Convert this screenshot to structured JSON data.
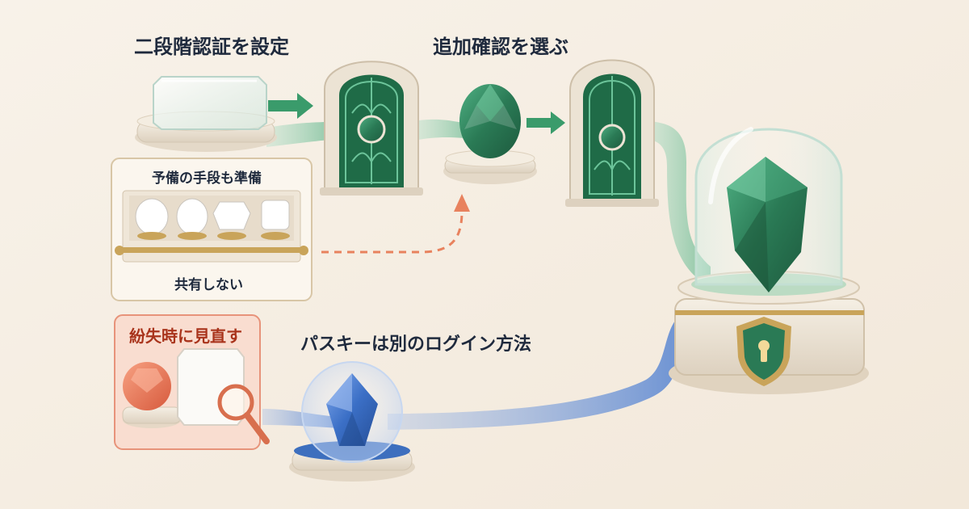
{
  "steps": {
    "setup_2fa": "二段階認証を設定",
    "choose_verification": "追加確認を選ぶ"
  },
  "backup_panel": {
    "title": "予備の手段も準備",
    "caption": "共有しない"
  },
  "lost_panel": {
    "title": "紛失時に見直す"
  },
  "passkey": {
    "caption": "パスキーは別のログイン方法"
  },
  "colors": {
    "background": "#f6efe4",
    "emerald": "#2e8a5e",
    "sapphire": "#3d74c8",
    "coral": "#e8765a",
    "gold": "#c9a45a",
    "arrow_dashed": "#e8825e"
  },
  "icons": [
    "glass-block-icon",
    "arched-gate-icon",
    "oval-gem-icon",
    "emerald-crystal-icon",
    "shield-keyhole-icon",
    "blue-crystal-icon",
    "magnifier-icon",
    "gem-row-icon"
  ]
}
